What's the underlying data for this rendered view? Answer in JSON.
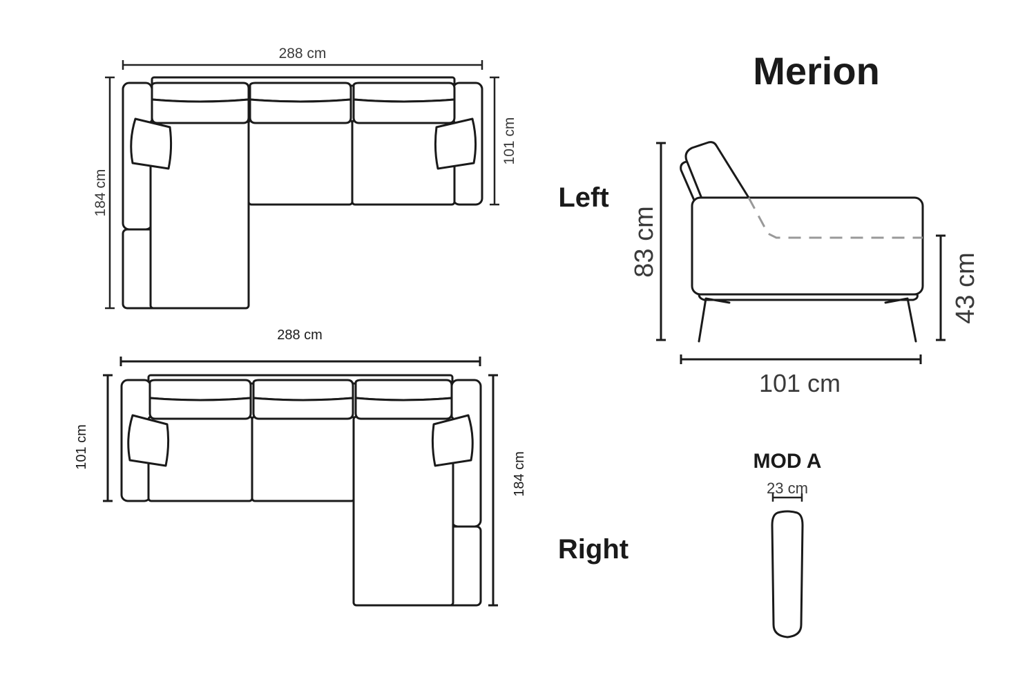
{
  "product_name": "Merion",
  "top_view_left": {
    "label": "Left",
    "width_label": "288 cm",
    "depth_label": "184 cm",
    "seat_depth_label": "101 cm"
  },
  "top_view_right": {
    "label": "Right",
    "width_label": "288 cm",
    "depth_label": "184 cm",
    "seat_depth_label": "101 cm"
  },
  "side_view": {
    "height_label": "83 cm",
    "seat_height_label": "43 cm",
    "depth_label": "101 cm"
  },
  "module": {
    "label": "MOD A",
    "width_label": "23 cm"
  }
}
